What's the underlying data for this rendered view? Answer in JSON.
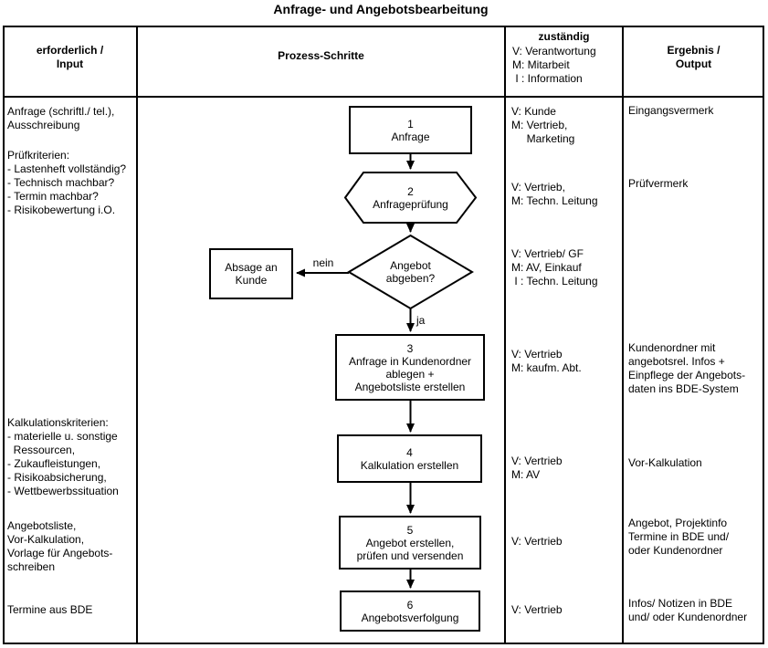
{
  "title": "Anfrage- und Angebotsbearbeitung",
  "header": {
    "input": "erforderlich /\nInput",
    "process": "Prozess-Schritte",
    "responsible_title": "zuständig",
    "responsible_legend": "V: Verantwortung\nM: Mitarbeit\n I : Information",
    "output": "Ergebnis /\nOutput"
  },
  "input_col": {
    "anfrage": "Anfrage (schriftl./ tel.),\nAusschreibung",
    "pruefkriterien": "Prüfkriterien:\n- Lastenheft vollständig?\n- Technisch machbar?\n- Termin machbar?\n- Risikobewertung i.O.",
    "kalkulationskriterien": "Kalkulationskriterien:\n- materielle u. sonstige\n  Ressourcen,\n- Zukaufleistungen,\n- Risikoabsicherung,\n- Wettbewerbssituation",
    "angebotsliste": "Angebotsliste,\nVor-Kalkulation,\nVorlage für Angebots-\nschreiben",
    "termine": "Termine aus BDE"
  },
  "flow": {
    "step1": "1\nAnfrage",
    "step2": "2\nAnfrageprüfung",
    "decision": "Angebot\nabgeben?",
    "reject": "Absage an\nKunde",
    "label_no": "nein",
    "label_yes": "ja",
    "step3": "3\nAnfrage in Kundenordner\nablegen +\nAngebotsliste erstellen",
    "step4": "4\nKalkulation erstellen",
    "step5": "5\nAngebot erstellen,\nprüfen und versenden",
    "step6": "6\nAngebotsverfolgung"
  },
  "responsible_col": {
    "r1": "V: Kunde\nM: Vertrieb,\n     Marketing",
    "r2": "V: Vertrieb,\nM: Techn. Leitung",
    "r3": "V: Vertrieb/ GF\nM: AV, Einkauf\n I : Techn. Leitung",
    "r4": "V: Vertrieb\nM: kaufm. Abt.",
    "r5": "V: Vertrieb\nM: AV",
    "r6": "V: Vertrieb",
    "r7": "V: Vertrieb"
  },
  "output_col": {
    "r1": "Eingangsvermerk",
    "r2": "Prüfvermerk",
    "r3": "Kundenordner mit\nangebotsrel. Infos +\nEinpflege der Angebots-\ndaten ins BDE-System",
    "r4": "Vor-Kalkulation",
    "r5": "Angebot, Projektinfo\nTermine in BDE und/\noder Kundenordner",
    "r6": "Infos/ Notizen in BDE\nund/ oder Kundenordner"
  },
  "colors": {
    "line": "#000000",
    "background": "#ffffff"
  }
}
